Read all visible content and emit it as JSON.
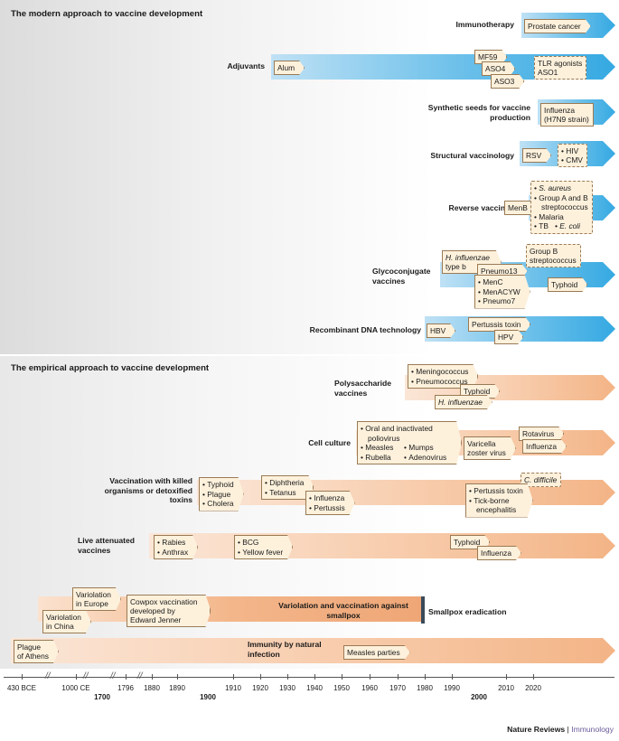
{
  "modern": {
    "title": "The modern approach to vaccine development",
    "rows": {
      "immunotherapy": {
        "label": "Immunotherapy",
        "tags": [
          "Prostate cancer"
        ]
      },
      "adjuvants": {
        "label": "Adjuvants",
        "tags": [
          "Alum",
          "MF59",
          "ASO4",
          "ASO3",
          "TLR agonists",
          "ASO1"
        ]
      },
      "synthetic": {
        "label": "Synthetic seeds for vaccine production",
        "tags": [
          "Influenza",
          "(H7N9 strain)"
        ]
      },
      "structural": {
        "label": "Structural vaccinology",
        "tags": [
          "RSV",
          "HIV",
          "CMV"
        ]
      },
      "reverse": {
        "label": "Reverse vaccinology",
        "tags": [
          "MenB",
          "S. aureus",
          "Group A and B",
          "streptococcus",
          "Malaria",
          "TB",
          "E. coli"
        ]
      },
      "glyco": {
        "label": "Glycoconjugate vaccines",
        "tags": [
          "H. influenzae",
          "type b",
          "Group B",
          "streptococcus",
          "Pneumo13",
          "MenC",
          "MenACYW",
          "Pneumo7",
          "Typhoid"
        ]
      },
      "recombinant": {
        "label": "Recombinant DNA technology",
        "tags": [
          "HBV",
          "Pertussis toxin",
          "HPV"
        ]
      }
    }
  },
  "empirical": {
    "title": "The empirical approach to vaccine development",
    "rows": {
      "polysaccharide": {
        "label": "Polysaccharide vaccines",
        "tags": [
          "Meningococcus",
          "Pneumococcus",
          "Typhoid",
          "H. influenzae"
        ]
      },
      "cellculture": {
        "label": "Cell culture",
        "tags": [
          "Oral and inactivated",
          "poliovirus",
          "Measles",
          "Mumps",
          "Rubella",
          "Adenovirus",
          "Varicella",
          "zoster virus",
          "Rotavirus",
          "Influenza"
        ]
      },
      "killed": {
        "label": "Vaccination with killed organisms or detoxified toxins",
        "tags": [
          "Typhoid",
          "Plague",
          "Cholera",
          "Diphtheria",
          "Tetanus",
          "Influenza",
          "Pertussis",
          "C. difficile",
          "Pertussis toxin",
          "Tick-borne",
          "encephalitis"
        ]
      },
      "live": {
        "label": "Live attenuated vaccines",
        "tags": [
          "Rabies",
          "Anthrax",
          "BCG",
          "Yellow fever",
          "Typhoid",
          "Influenza"
        ]
      },
      "smallpox": {
        "label": "Variolation and vaccination against smallpox",
        "end_label": "Smallpox eradication",
        "tags": [
          "Variolation",
          "in Europe",
          "Variolation",
          "in China",
          "Cowpox vaccination",
          "developed by",
          "Edward Jenner"
        ]
      },
      "natural": {
        "label": "Immunity by natural infection",
        "tags": [
          "Plague",
          "of Athens",
          "Measles parties"
        ]
      }
    }
  },
  "axis": {
    "ticks": [
      "430 BCE",
      "1000 CE",
      "1796",
      "1880",
      "1890",
      "1910",
      "1920",
      "1930",
      "1940",
      "1950",
      "1960",
      "1970",
      "1980",
      "1990",
      "2010",
      "2020"
    ],
    "major": [
      "1700",
      "1900",
      "2000"
    ]
  },
  "footer": {
    "brand": "Nature Reviews",
    "separator": " | ",
    "journal": "Immunology"
  },
  "colors": {
    "modern_arrow": "#35a9e2",
    "empirical_arrow": "#f3b486",
    "tag_fill": "#fdf1dc"
  }
}
